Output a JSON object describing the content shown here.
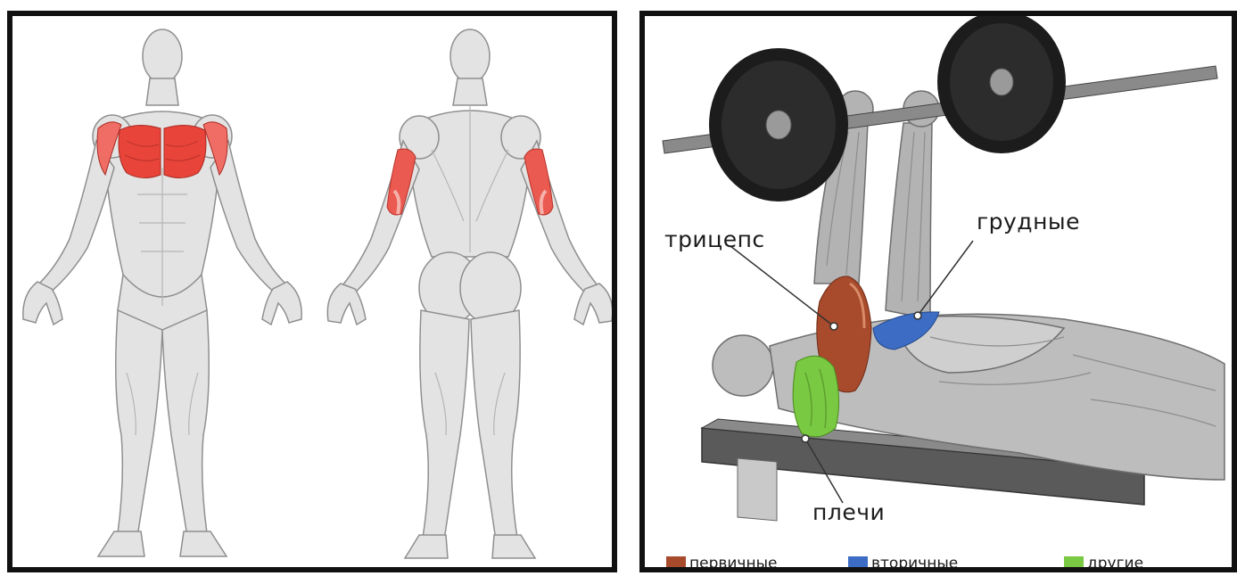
{
  "labels": {
    "triceps": "трицепс",
    "pectorals": "грудные",
    "shoulders": "плечи"
  },
  "legend": [
    {
      "label": "первичные",
      "color": "#a84a2c"
    },
    {
      "label": "вторичные",
      "color": "#3c6cc4"
    },
    {
      "label": "другие",
      "color": "#7ac943"
    }
  ],
  "colors": {
    "highlight_red": "#e8443a",
    "primary": "#a84a2c",
    "secondary": "#3c6cc4",
    "other": "#7ac943",
    "body_gray": "#e2e2e2",
    "outline": "#8a8a8a",
    "plate": "#1c1c1c"
  }
}
